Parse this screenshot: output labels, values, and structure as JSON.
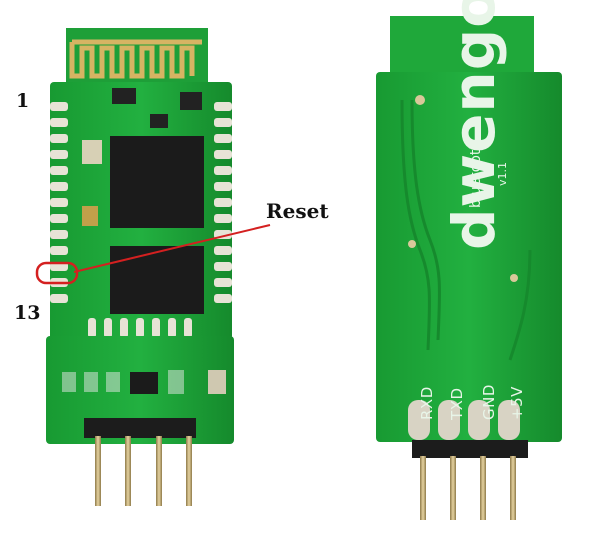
{
  "annotations": {
    "pin_1": "1",
    "pin_13": "13",
    "reset": "Reset"
  },
  "back_board": {
    "brand": "dwengo",
    "brand_sub": "bluetooth",
    "version": "v1.1",
    "pins": [
      "RXD",
      "TXD",
      "GND",
      "+5V"
    ]
  },
  "colors": {
    "pcb": "#1fa83a",
    "pcb_dark": "#168a2d",
    "gold": "#c9a64a",
    "chip": "#1b1b1b",
    "annotation": "#d42020"
  }
}
